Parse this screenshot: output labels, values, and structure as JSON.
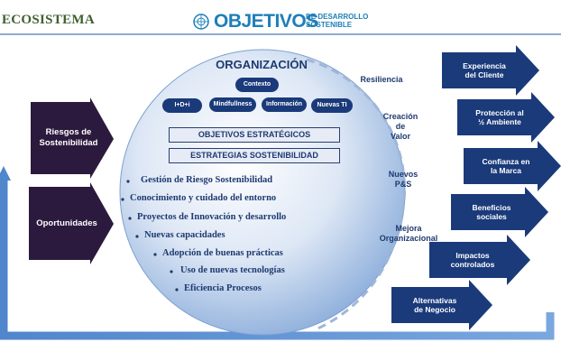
{
  "header": {
    "title": "ECOSISTEMA",
    "sdg_title": "OBJETIVOS",
    "sdg_subtitle": "DE DESARROLLO\nSOSTENIBLE"
  },
  "organization": {
    "title": "ORGANIZACIÓN",
    "context": "Contexto",
    "pills": [
      "I+D+i",
      "Mindfullness",
      "Información",
      "Nuevas TI"
    ],
    "band1": "OBJETIVOS ESTRATÉGICOS",
    "band2": "ESTRATEGIAS SOSTENIBILIDAD",
    "list": [
      "Gestión de Riesgo Sostenibilidad",
      "Conocimiento y cuidado del entorno",
      "Proyectos de Innovación y desarrollo",
      "Nuevas capacidades",
      "Adopción de buenas prácticas",
      "Uso de nuevas tecnologías",
      "Eficiencia Procesos"
    ]
  },
  "right_labels": [
    "Resiliencia",
    "Creación\nde\nValor",
    "Nuevos\nP&S",
    "Mejora\nOrganizacional"
  ],
  "inputs": [
    "Riesgos de\nSostenibilidad",
    "Oportunidades"
  ],
  "outputs": [
    "Experiencia\ndel Cliente",
    "Protección al\n½ Ambiente",
    "Confianza en\nla Marca",
    "Beneficios\nsociales",
    "Impactos\ncontrolados",
    "Alternativas\nde Negocio"
  ],
  "colors": {
    "navy": "#1a3a7a",
    "dark_arrow": "#2b1a3d",
    "circle_light": "#dfe8f5",
    "circle_blue": "#a8c4e6",
    "feedback_arrow": "#5b8fd0",
    "header_green": "#3e5f2e"
  }
}
